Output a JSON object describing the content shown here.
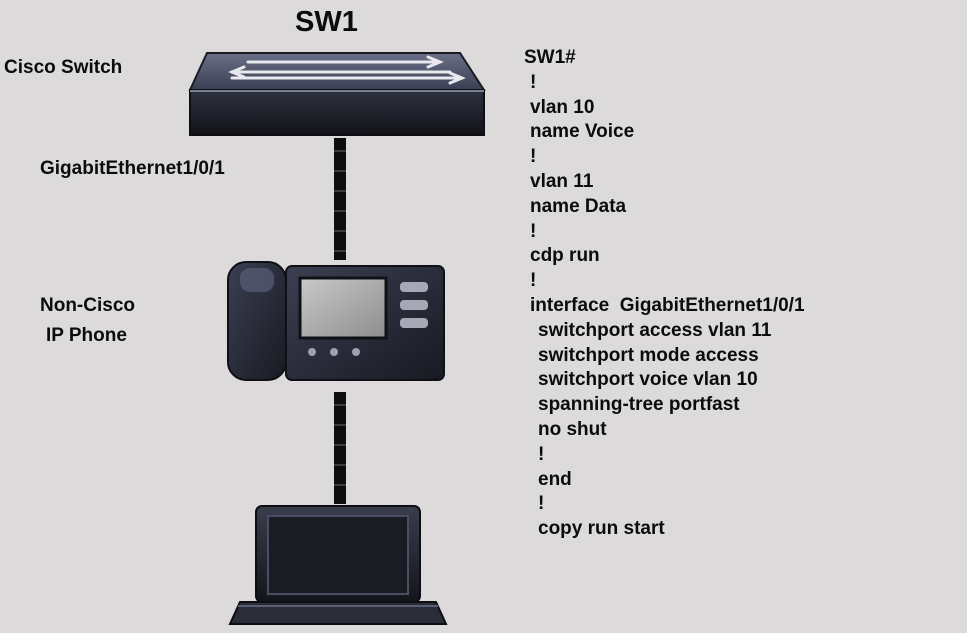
{
  "diagram": {
    "title": "SW1",
    "labels": {
      "switch": "Cisco Switch",
      "port": "GigabitEthernet1/0/1",
      "phone_line1": "Non-Cisco",
      "phone_line2": "IP Phone"
    }
  },
  "config": {
    "lines": [
      {
        "text": "SW1#",
        "indent": 0
      },
      {
        "text": "!",
        "indent": 1
      },
      {
        "text": "vlan 10",
        "indent": 1
      },
      {
        "text": "name Voice",
        "indent": 1
      },
      {
        "text": "!",
        "indent": 1
      },
      {
        "text": "vlan 11",
        "indent": 1
      },
      {
        "text": "name Data",
        "indent": 1
      },
      {
        "text": "!",
        "indent": 1
      },
      {
        "text": "cdp run",
        "indent": 1
      },
      {
        "text": "!",
        "indent": 1
      },
      {
        "text": "interface  GigabitEthernet1/0/1",
        "indent": 1
      },
      {
        "text": "switchport access vlan 11",
        "indent": 2
      },
      {
        "text": "switchport mode access",
        "indent": 2
      },
      {
        "text": "switchport voice vlan 10",
        "indent": 2
      },
      {
        "text": "spanning-tree portfast",
        "indent": 2
      },
      {
        "text": "no shut",
        "indent": 2
      },
      {
        "text": "!",
        "indent": 2
      },
      {
        "text": "end",
        "indent": 2
      },
      {
        "text": "!",
        "indent": 2
      },
      {
        "text": "copy run start",
        "indent": 2
      }
    ]
  },
  "icons": {
    "switch": "network-switch-icon",
    "phone": "ip-phone-icon",
    "laptop": "laptop-icon"
  },
  "colors": {
    "background": "#dcdada",
    "device_dark": "#1f2128",
    "device_highlight": "#5a6078",
    "text": "#0c0c0c"
  }
}
